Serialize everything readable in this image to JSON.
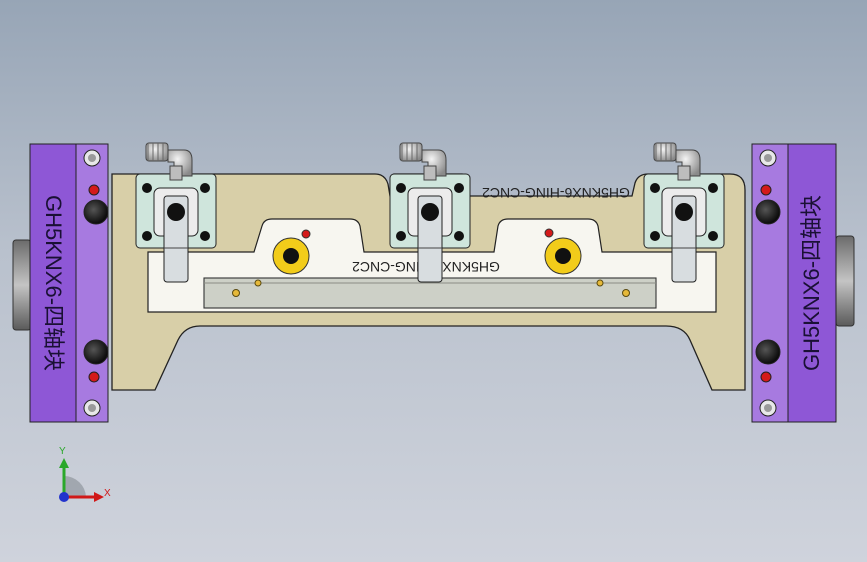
{
  "viewport": {
    "background_top": "#97a5b6",
    "background_bottom": "#cfd3dc"
  },
  "model": {
    "top_engraving": "GH5KNX6-HING-CNC2",
    "bottom_engraving": "GH5KNX6-HING-CNC2",
    "left_block_label": "GH5KNX6-四轴块",
    "right_block_label": "GH5KNX6-四轴块",
    "colors": {
      "base_plate": "#d8cfa8",
      "side_block": "#8e57d6",
      "clamp_plate": "#cfe5dc",
      "locating_pin": "#f2cc1a",
      "red_marker": "#d41a1a",
      "rail": "#cdd0c7"
    }
  },
  "triad": {
    "y_label": "Y",
    "x_label": "X",
    "icons": [
      "axis-triad-icon"
    ]
  }
}
